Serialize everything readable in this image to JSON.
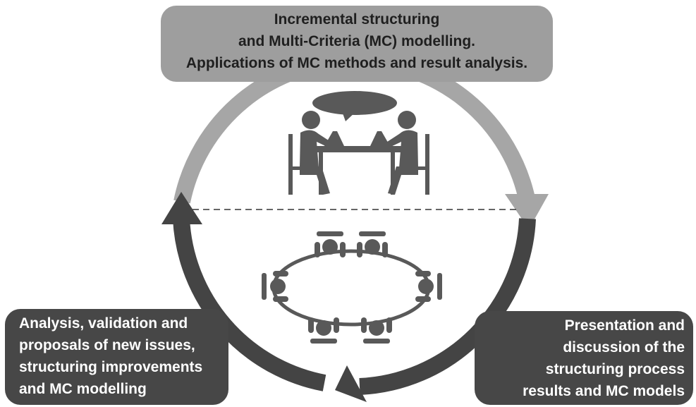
{
  "colors": {
    "light_arrow": "#a6a6a6",
    "dark_arrow": "#444444",
    "top_box": "#9e9e9e",
    "bottom_boxes": "#474747",
    "icons": "#595959"
  },
  "top_box": {
    "lines": [
      "Incremental structuring",
      "and Multi-Criteria (MC) modelling.",
      "Applications of MC methods and result analysis."
    ]
  },
  "left_box": {
    "lines": [
      "Analysis, validation and",
      "proposals of new issues,",
      "structuring improvements",
      "and MC modelling"
    ]
  },
  "right_box": {
    "lines": [
      "Presentation and",
      "discussion of the",
      "structuring process",
      "results and MC models"
    ]
  },
  "icons": {
    "upper": "two-people-meeting-at-table-icon",
    "lower": "group-meeting-around-oval-table-icon"
  }
}
